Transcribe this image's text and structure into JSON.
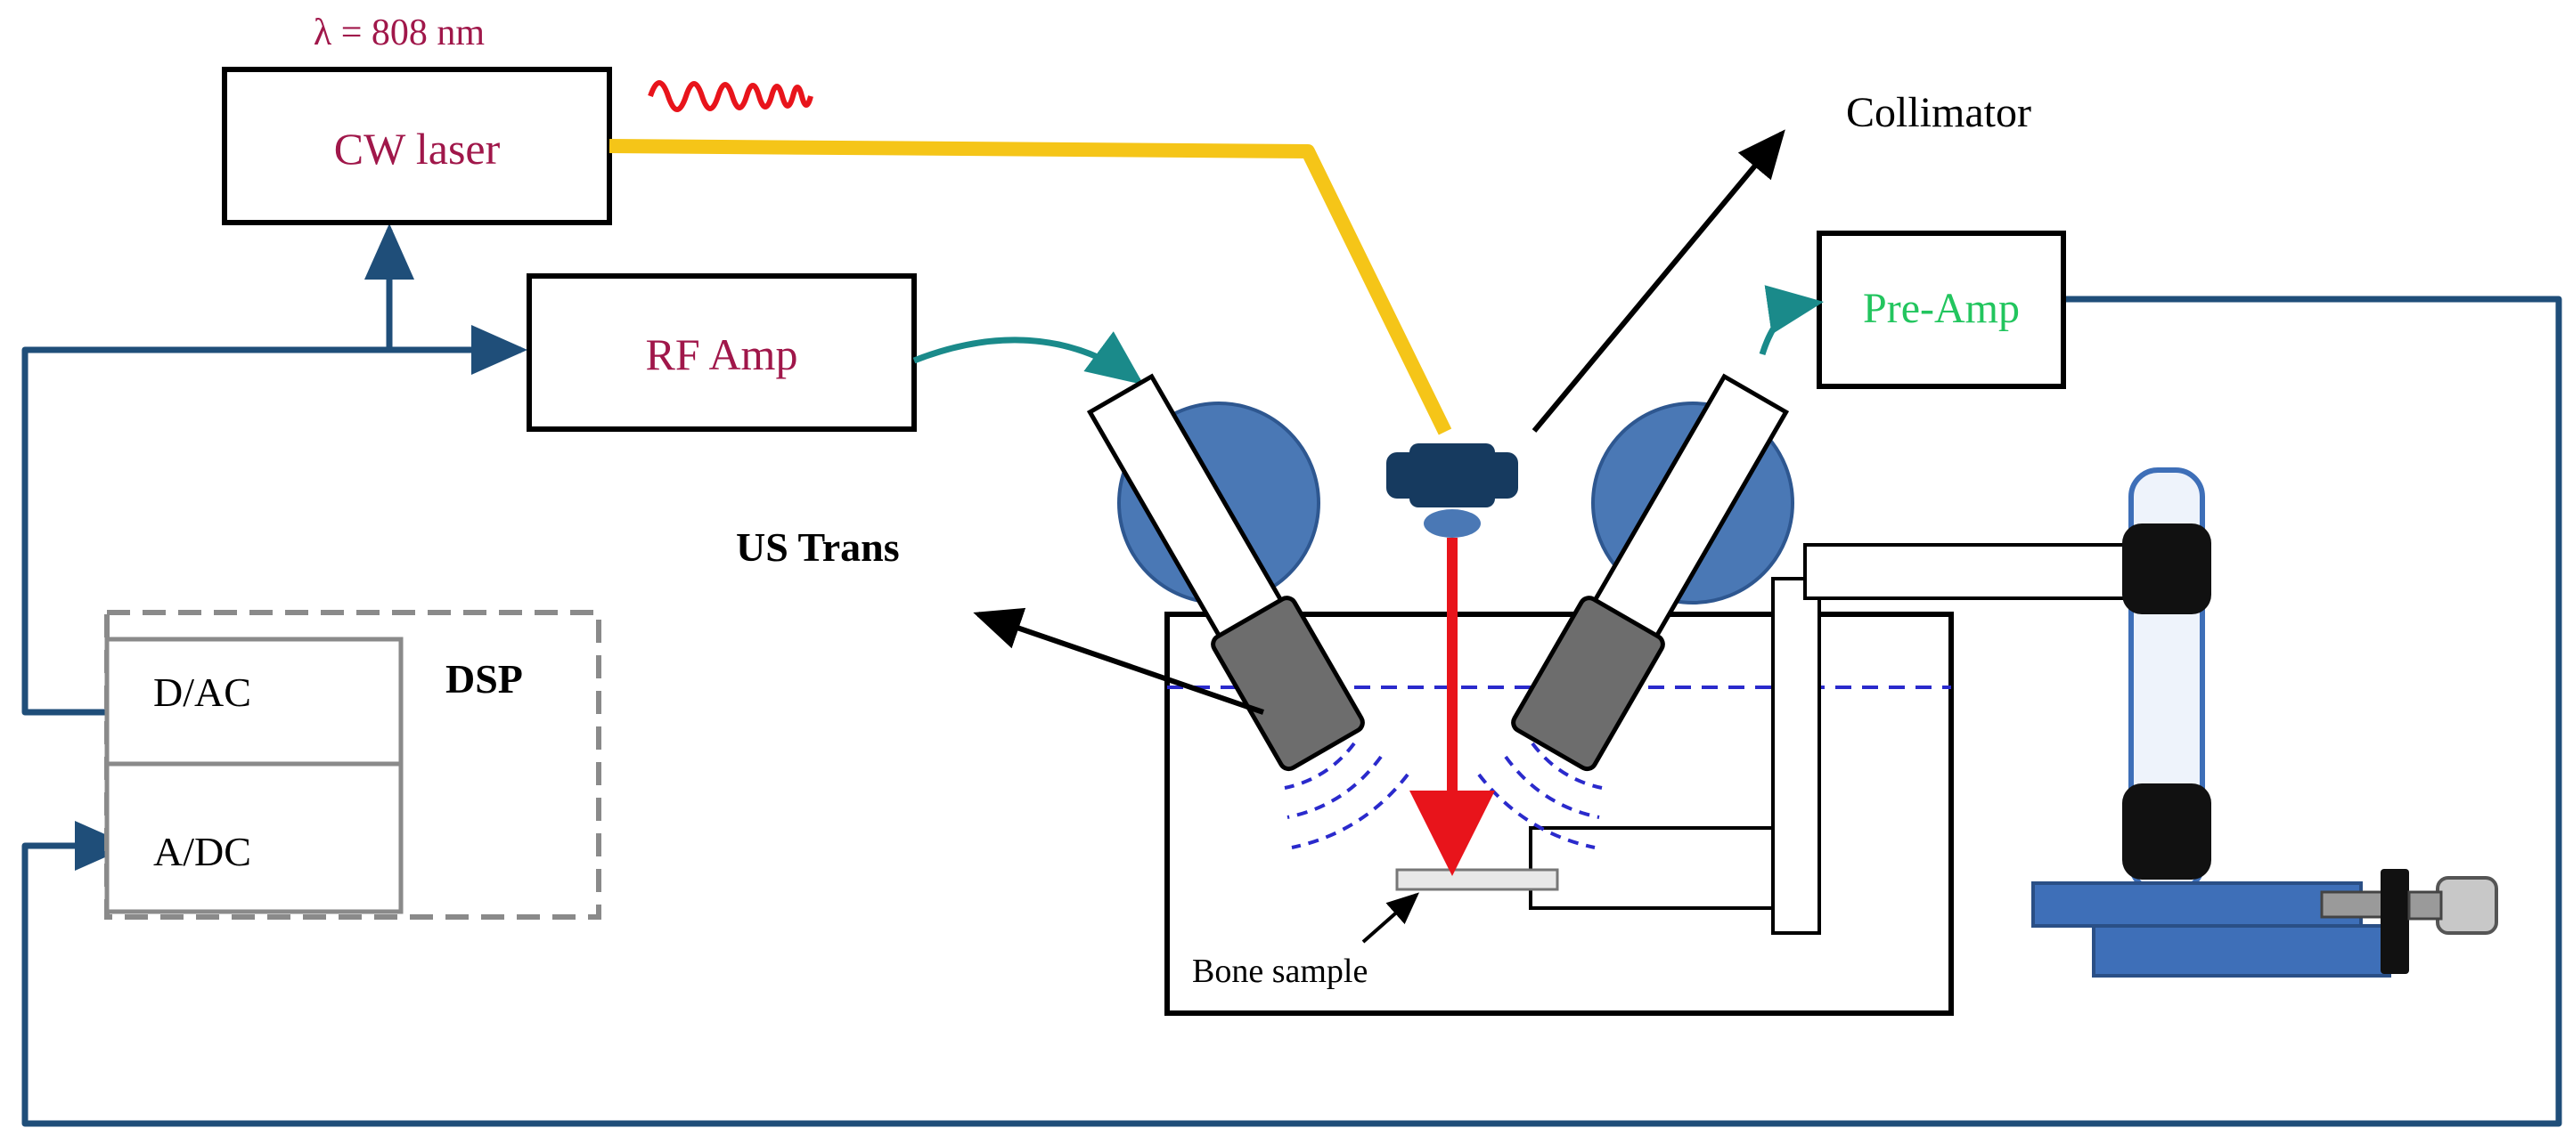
{
  "labels": {
    "wavelength": "λ = 808 nm",
    "cw_laser": "CW laser",
    "rf_amp": "RF Amp",
    "pre_amp": "Pre-Amp",
    "collimator": "Collimator",
    "us_trans": "US Trans",
    "dsp": "DSP",
    "dac": "D/AC",
    "adc": "A/DC",
    "bone_sample": "Bone sample"
  },
  "colors": {
    "wire": "#1f4e79",
    "laser_fiber": "#f5c518",
    "laser_beam": "#e8141b",
    "rf_cable": "#1a8a8a",
    "label_red": "#a0174a",
    "label_green": "#22c55e",
    "transducer_disc": "#4a78b5",
    "collimator_body": "#163a5f",
    "stage_blue": "#3e6fb8",
    "water_line": "#2a2acc"
  }
}
